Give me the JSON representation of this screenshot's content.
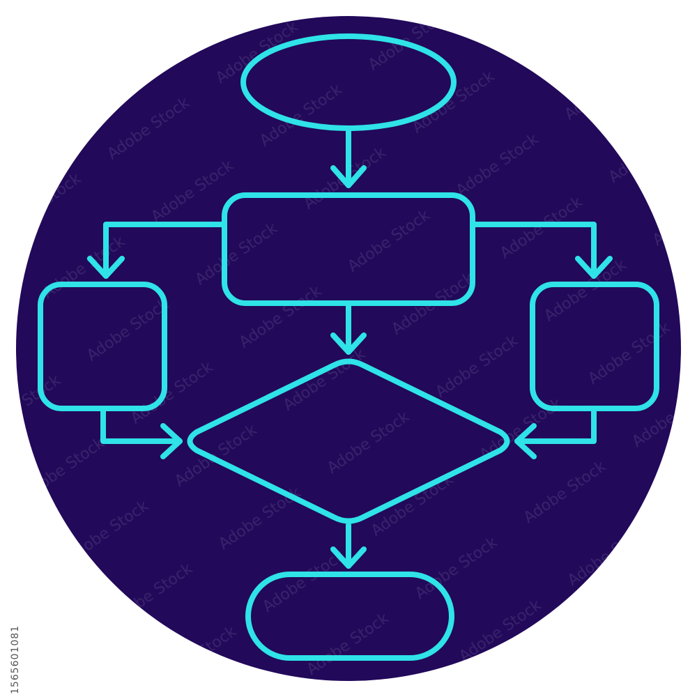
{
  "colors": {
    "background": "#ffffff",
    "circle_fill": "#22095a",
    "stroke": "#2fe3e8",
    "watermark": "#ffffff"
  },
  "icons": {
    "flowchart": "flowchart-icon"
  },
  "diagram": {
    "nodes": [
      {
        "id": "start",
        "shape": "ellipse"
      },
      {
        "id": "process-main",
        "shape": "rounded-rect"
      },
      {
        "id": "process-left",
        "shape": "rounded-square"
      },
      {
        "id": "process-right",
        "shape": "rounded-square"
      },
      {
        "id": "decision",
        "shape": "diamond"
      },
      {
        "id": "end",
        "shape": "stadium"
      }
    ],
    "edges": [
      {
        "from": "start",
        "to": "process-main"
      },
      {
        "from": "process-main",
        "to": "process-left"
      },
      {
        "from": "process-main",
        "to": "process-right"
      },
      {
        "from": "process-main",
        "to": "decision"
      },
      {
        "from": "process-left",
        "to": "decision"
      },
      {
        "from": "process-right",
        "to": "decision"
      },
      {
        "from": "decision",
        "to": "end"
      }
    ]
  },
  "watermark": {
    "text": "Adobe Stock"
  },
  "stock_id": "1565601081"
}
